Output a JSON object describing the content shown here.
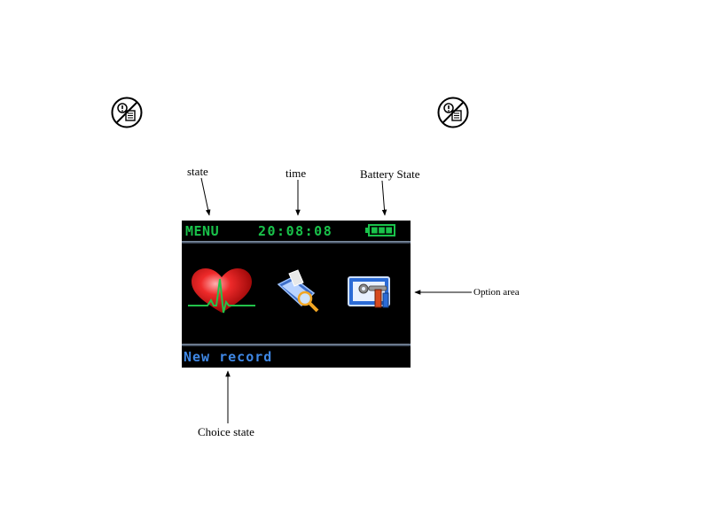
{
  "labels": {
    "state": "state",
    "time": "time",
    "battery_state": "Battery State",
    "option_area": "Option area",
    "choice_state": "Choice state"
  },
  "screen": {
    "state_text": "MENU",
    "time_text": "20:08:08",
    "battery_level_bars": 3,
    "battery_capacity_bars": 3,
    "choice_text": "New record",
    "options": [
      {
        "icon": "heart-ecg-icon"
      },
      {
        "icon": "record-search-icon"
      },
      {
        "icon": "settings-tools-icon"
      }
    ]
  },
  "symbols": [
    {
      "icon": "refer-to-manual-icon"
    },
    {
      "icon": "refer-to-manual-icon"
    }
  ],
  "colors": {
    "screen_bg": "#000000",
    "status_text": "#19c24a",
    "choice_text": "#3f88e6",
    "battery": "#19c24a"
  }
}
